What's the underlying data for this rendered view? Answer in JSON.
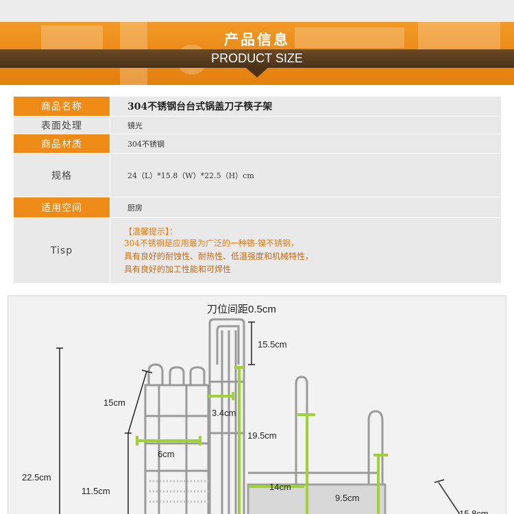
{
  "banner": {
    "title": "产品信息",
    "subtitle": "PRODUCT SIZE"
  },
  "specs": {
    "rows": [
      {
        "label": "商品名称",
        "value": "304不锈钢台台式锅盖刀子筷子架"
      },
      {
        "label": "表面处理",
        "value": "镜光"
      },
      {
        "label": "商品材质",
        "value": "304不锈钢"
      },
      {
        "label": "规格",
        "value": "24（L）*15.8（W）*22.5（H）cm"
      },
      {
        "label": "适用空间",
        "value": "厨房"
      },
      {
        "label": "Tisp",
        "value": ""
      }
    ],
    "tip": {
      "heading": "【温馨提示】：",
      "lines": [
        "304不锈钢是应用最为广泛的一种铬-镍不锈钢，",
        "具有良好的耐蚀性、耐热性、低温强度和机械特性，",
        "具有良好的加工性能和可焊性"
      ]
    }
  },
  "diagram": {
    "knife_gap": "刀位间距0.5cm",
    "labels": {
      "knife_height": "15.5cm",
      "basket_top": "15cm",
      "slot_width": "3.4cm",
      "lid_height": "19.5cm",
      "basket_width": "6cm",
      "total_height": "22.5cm",
      "basket_height": "11.5cm",
      "lid_depth": "14cm",
      "rear_height": "9.5cm",
      "width": "15.8cm"
    }
  },
  "colors": {
    "accent_orange": "#ee8b17",
    "cell_gray": "#e9e9e9",
    "tip_orange": "#e27b0e",
    "dim_green": "#9fd334"
  }
}
